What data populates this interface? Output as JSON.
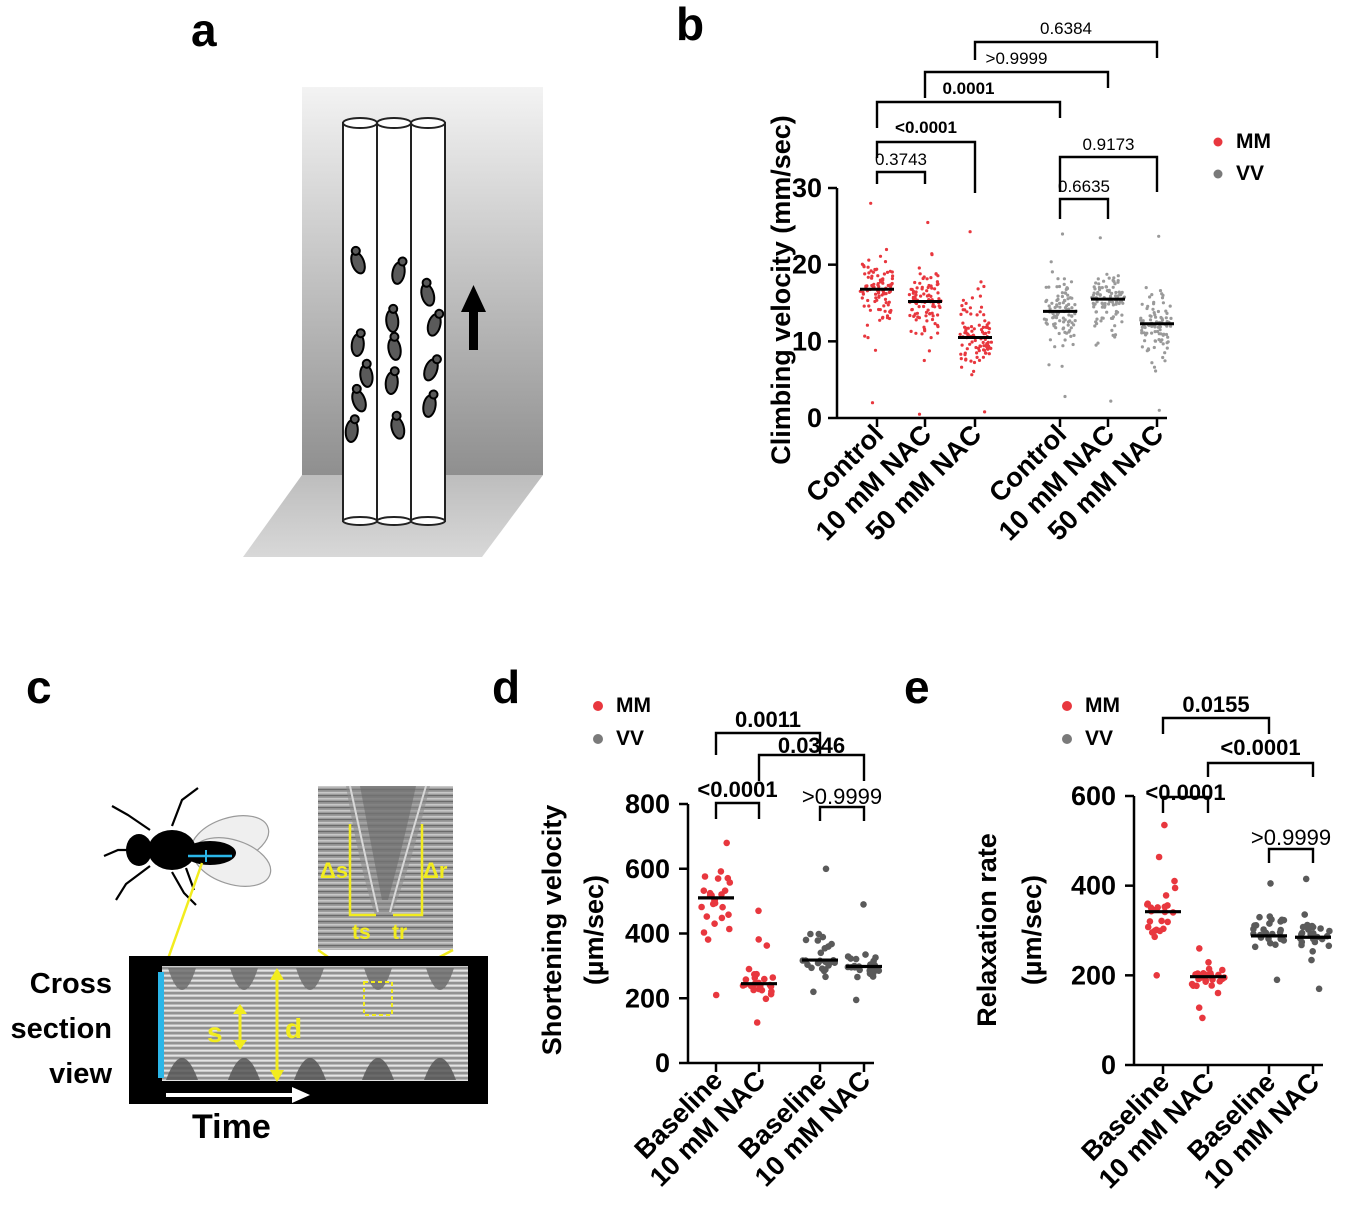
{
  "panels": {
    "a": {
      "letter": "a"
    },
    "b": {
      "letter": "b"
    },
    "c": {
      "letter": "c",
      "side_label": [
        "Cross",
        "section",
        "view"
      ],
      "time_label": "Time",
      "labels": {
        "s": "s",
        "d": "d",
        "ds": "Δs",
        "dr": "Δr",
        "ts": "ts",
        "tr": "tr"
      }
    },
    "d": {
      "letter": "d"
    },
    "e": {
      "letter": "e"
    }
  },
  "colors": {
    "MM": "#e8373e",
    "VV": "#7a7a7a",
    "VV_dark": "#5a5a5a",
    "cyan": "#2bb6e8",
    "yellow": "#f2ec1e"
  },
  "chart_data": [
    {
      "id": "b",
      "type": "scatter",
      "ylabel": "Climbing velocity (mm/sec)",
      "ylim": [
        0,
        30
      ],
      "yticks": [
        0,
        10,
        20,
        30
      ],
      "categories": [
        "Control",
        "10 mM NAC",
        "50 mM NAC",
        "Control",
        "10 mM NAC",
        "50 mM NAC"
      ],
      "legend": [
        "MM",
        "VV"
      ],
      "legend_position": "top-right",
      "series": [
        {
          "name": "MM",
          "category_indices": [
            0,
            1,
            2
          ],
          "medians": [
            16.8,
            15.2,
            10.5
          ],
          "spread_min": [
            2,
            0.5,
            0.8
          ],
          "spread_max": [
            28,
            25.5,
            24.3
          ],
          "n": 100
        },
        {
          "name": "VV",
          "category_indices": [
            3,
            4,
            5
          ],
          "medians": [
            13.9,
            15.5,
            12.3
          ],
          "spread_min": [
            2.8,
            2.2,
            1.0
          ],
          "spread_max": [
            24,
            23.5,
            23.7
          ],
          "n": 100
        }
      ],
      "comparisons": [
        {
          "from": 0,
          "to": 1,
          "p": "0.3743",
          "bold": false
        },
        {
          "from": 0,
          "to": 2,
          "p": "<0.0001",
          "bold": true
        },
        {
          "from": 0,
          "to": 3,
          "p": "0.0001",
          "bold": true
        },
        {
          "from": 1,
          "to": 4,
          "p": ">0.9999",
          "bold": false
        },
        {
          "from": 2,
          "to": 5,
          "p": "0.6384",
          "bold": false
        },
        {
          "from": 3,
          "to": 4,
          "p": "0.6635",
          "bold": false
        },
        {
          "from": 3,
          "to": 5,
          "p": "0.9173",
          "bold": false
        }
      ]
    },
    {
      "id": "d",
      "type": "scatter",
      "ylabel": "Shortening velocity",
      "ylabel2": "(µm/sec)",
      "ylim": [
        0,
        800
      ],
      "yticks": [
        0,
        200,
        400,
        600,
        800
      ],
      "categories": [
        "Baseline",
        "10 mM NAC",
        "Baseline",
        "10 mM NAC"
      ],
      "legend": [
        "MM",
        "VV"
      ],
      "legend_position": "top-left",
      "series": [
        {
          "name": "MM",
          "category_indices": [
            0,
            1
          ],
          "medians": [
            510,
            245
          ],
          "spread_min": [
            210,
            125
          ],
          "spread_max": [
            680,
            470
          ],
          "n": 26
        },
        {
          "name": "VV",
          "category_indices": [
            2,
            3
          ],
          "medians": [
            318,
            298
          ],
          "spread_min": [
            220,
            195
          ],
          "spread_max": [
            600,
            490
          ],
          "n": 26
        }
      ],
      "comparisons": [
        {
          "from": 0,
          "to": 1,
          "p": "<0.0001",
          "bold": true
        },
        {
          "from": 2,
          "to": 3,
          "p": ">0.9999",
          "bold": false
        },
        {
          "from": 0,
          "to": 2,
          "p": "0.0011",
          "bold": true
        },
        {
          "from": 1,
          "to": 3,
          "p": "0.0346",
          "bold": true
        }
      ]
    },
    {
      "id": "e",
      "type": "scatter",
      "ylabel": "Relaxation rate",
      "ylabel2": "(µm/sec)",
      "ylim": [
        0,
        600
      ],
      "yticks": [
        0,
        200,
        400,
        600
      ],
      "categories": [
        "Baseline",
        "10 mM NAC",
        "Baseline",
        "10 mM NAC"
      ],
      "legend": [
        "MM",
        "VV"
      ],
      "legend_position": "top-left",
      "series": [
        {
          "name": "MM",
          "category_indices": [
            0,
            1
          ],
          "medians": [
            342,
            197
          ],
          "spread_min": [
            200,
            105
          ],
          "spread_max": [
            535,
            260
          ],
          "n": 26
        },
        {
          "name": "VV",
          "category_indices": [
            2,
            3
          ],
          "medians": [
            288,
            285
          ],
          "spread_min": [
            190,
            170
          ],
          "spread_max": [
            405,
            415
          ],
          "n": 26
        }
      ],
      "comparisons": [
        {
          "from": 0,
          "to": 1,
          "p": "<0.0001",
          "bold": true
        },
        {
          "from": 2,
          "to": 3,
          "p": ">0.9999",
          "bold": false
        },
        {
          "from": 0,
          "to": 2,
          "p": "0.0155",
          "bold": true
        },
        {
          "from": 1,
          "to": 3,
          "p": "<0.0001",
          "bold": true
        }
      ]
    }
  ]
}
